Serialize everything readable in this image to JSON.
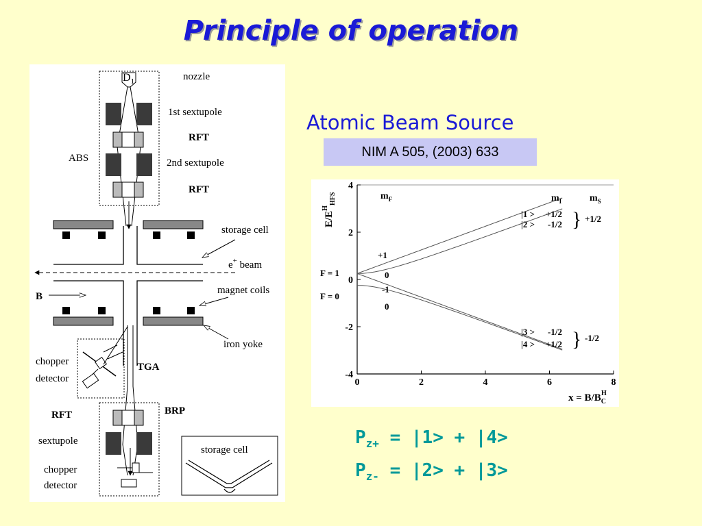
{
  "slide_title": "Principle of operation",
  "diagram": {
    "labels": {
      "d1": "D",
      "d1_sub": "1",
      "nozzle": "nozzle",
      "sextupole1": "1st sextupole",
      "rft1": "RFT",
      "abs": "ABS",
      "sextupole2": "2nd sextupole",
      "rft2": "RFT",
      "storage_cell": "storage cell",
      "beam_e": "e",
      "beam_plus": "+",
      "beam_word": "beam",
      "b_field": "B",
      "magnet_coils": "magnet coils",
      "iron_yoke": "iron yoke",
      "chopper1": "chopper",
      "detector1": "detector",
      "tga": "TGA",
      "rft3": "RFT",
      "brp": "BRP",
      "sextupole3": "sextupole",
      "chopper2": "chopper",
      "detector2": "detector",
      "inset_storage_cell": "storage cell"
    }
  },
  "source_heading": "Atomic Beam Source",
  "reference": "NIM A 505, (2003)  633",
  "plot": {
    "y_axis_label": "E/E",
    "y_axis_sup": "H",
    "y_axis_sub": "HFS",
    "x_axis_label": "x = B/B",
    "x_axis_sup": "H",
    "x_axis_sub": "C",
    "y_ticks": [
      "4",
      "2",
      "0",
      "-2",
      "-4"
    ],
    "x_ticks": [
      "0",
      "2",
      "4",
      "6",
      "8"
    ],
    "col_mf": "m",
    "col_mf_sub": "F",
    "col_mi": "m",
    "col_mi_sub": "I",
    "col_ms": "m",
    "col_ms_sub": "S",
    "f1_label": "F = 1",
    "f0_label": "F = 0",
    "mf_values": [
      "+1",
      "0",
      "-1",
      "0"
    ],
    "states": [
      {
        "ket": "|1 >",
        "mi": "+1/2"
      },
      {
        "ket": "|2 >",
        "mi": "-1/2"
      },
      {
        "ket": "|3 >",
        "mi": "-1/2"
      },
      {
        "ket": "|4 >",
        "mi": "+1/2"
      }
    ],
    "ms_upper": "+1/2",
    "ms_lower": "-1/2"
  },
  "formulas": {
    "pz_plus": {
      "symbol": "P",
      "sub": "z+",
      "rhs": " = |1> + |4>"
    },
    "pz_minus": {
      "symbol": "P",
      "sub": "z-",
      "rhs": " = |2> + |3>"
    }
  }
}
